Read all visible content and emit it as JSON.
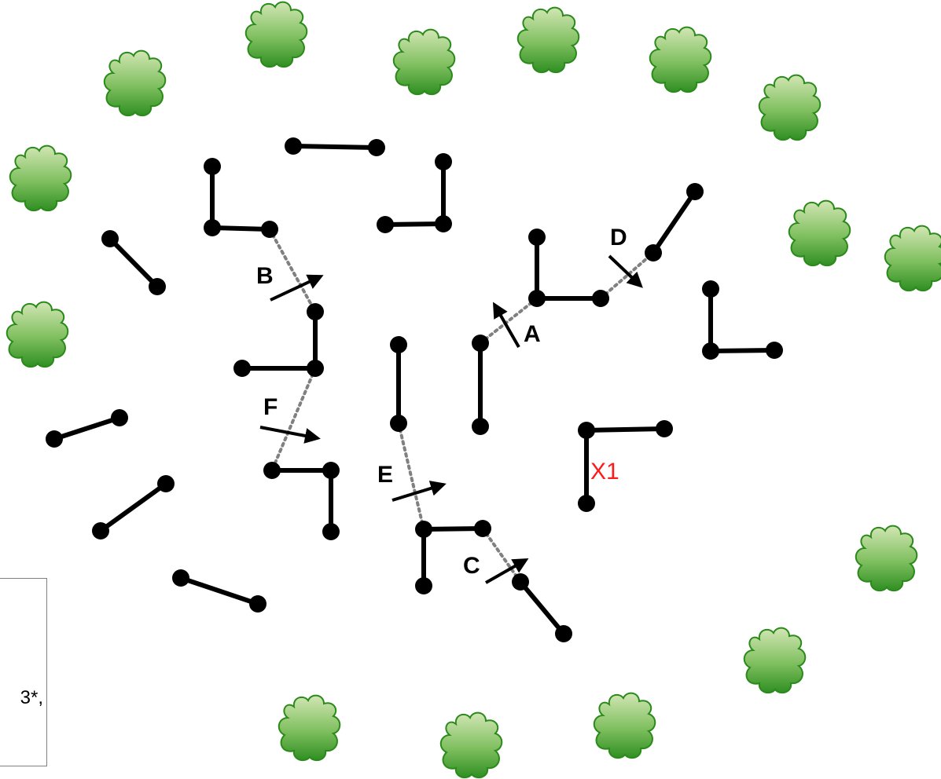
{
  "labels": {
    "A": "A",
    "B": "B",
    "C": "C",
    "D": "D",
    "E": "E",
    "F": "F",
    "X1": "X1"
  },
  "callout": {
    "text": "3*,"
  },
  "colors": {
    "segment": "#000000",
    "dotted_link": "#808080",
    "tree_light": "#c8dfa8",
    "tree_dark": "#3f9a2a",
    "tree_outline": "#2a8a1a",
    "label_x1": "#ff1a1a"
  },
  "icons": {
    "tree": "bush-icon",
    "arrow": "direction-arrow-icon"
  }
}
